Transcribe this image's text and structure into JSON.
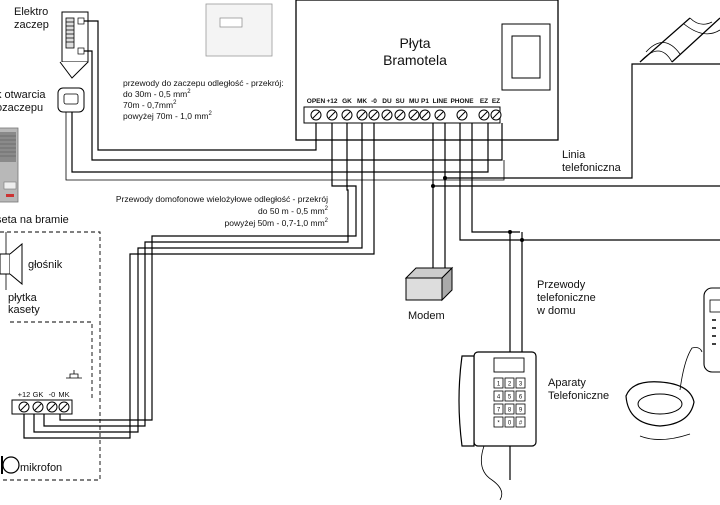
{
  "main_unit": {
    "line1": "Płyta",
    "line2": "Bramotela"
  },
  "terminals": [
    "OPEN",
    "+12",
    "GK",
    "MK",
    "-0",
    "DU",
    "SU",
    "MU",
    "P1",
    "LINE",
    "PHONE",
    "EZ",
    "EZ"
  ],
  "lock": {
    "line1": "Elektro",
    "line2": "zaczep"
  },
  "button": {
    "line1": "k otwarcia",
    "line2": "ozaczepu"
  },
  "lock_wires_note": {
    "line1": "przewody do zaczepu odległość - przekrój:",
    "line2": "do 30m - 0,5 mm",
    "line3": "70m - 0,7mm",
    "line4": "powyżej 70m - 1,0 mm",
    "sup": "2"
  },
  "intercom_wires_note": {
    "line1": "Przewody domofonowe wielożyłowe odległość - przekrój",
    "line2": "do 50 m - 0,5 mm",
    "line3": "powyżej 50m - 0,7-1,0 mm",
    "sup": "2"
  },
  "gate_panel": {
    "label": "seta na bramie"
  },
  "speaker": {
    "label": "głośnik"
  },
  "board": {
    "line1": "płytka",
    "line2": "kasety"
  },
  "panel_terminals": [
    "+12",
    "GK",
    "-0",
    "MK"
  ],
  "microphone": {
    "label": "mikrofon"
  },
  "phone_line": {
    "line1": "Linia",
    "line2": "telefoniczna"
  },
  "modem": {
    "label": "Modem"
  },
  "home_wires": {
    "line1": "Przewody",
    "line2": "telefoniczne",
    "line3": "w domu"
  },
  "phones": {
    "line1": "Aparaty",
    "line2": "Telefoniczne"
  },
  "keypad": [
    "1",
    "2",
    "3",
    "4",
    "5",
    "6",
    "7",
    "8",
    "9",
    "*",
    "0",
    "#"
  ]
}
